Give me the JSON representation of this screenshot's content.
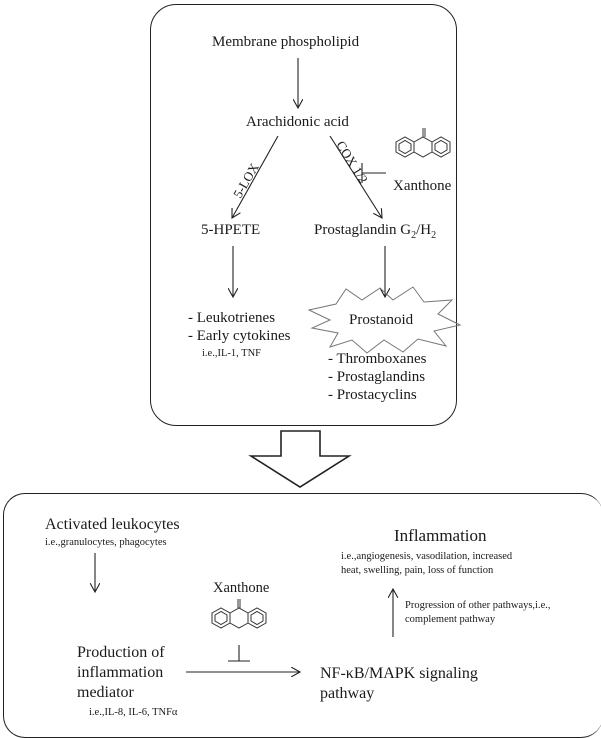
{
  "top": {
    "membrane": "Membrane phospholipid",
    "arachidonic": "Arachidonic acid",
    "lox_label": "5-LOX",
    "cox_label": "COX 1/2",
    "xanthone": "Xanthone",
    "hpete": "5-HPETE",
    "prostaglandin": "Prostaglandin G",
    "pg_sub1": "2",
    "pg_slash": "/H",
    "pg_sub2": "2",
    "leukotrienes": "- Leukotrienes",
    "early_cytokines": "- Early cytokines",
    "cytokine_examples": "i.e.,IL-1, TNF",
    "prostanoid": "Prostanoid",
    "prostanoid_items": [
      "- Thromboxanes",
      "- Prostaglandins",
      "- Prostacyclins"
    ]
  },
  "bottom": {
    "activated": "Activated leukocytes",
    "activated_examples": "i.e.,granulocytes, phagocytes",
    "xanthone": "Xanthone",
    "inflammation": "Inflammation",
    "inflammation_examples_1": "i.e.,angiogenesis, vasodilation, increased",
    "inflammation_examples_2": "heat, swelling, pain, loss of function",
    "progression_1": "Progression of other pathways,i.e.,",
    "progression_2": "complement pathway",
    "production_1": "Production of",
    "production_2": "inflammation",
    "production_3": "mediator",
    "mediator_examples": "i.e.,IL-8, IL-6, TNFα",
    "nfkb_1": "NF-κB/MAPK signaling",
    "nfkb_2": "pathway"
  }
}
